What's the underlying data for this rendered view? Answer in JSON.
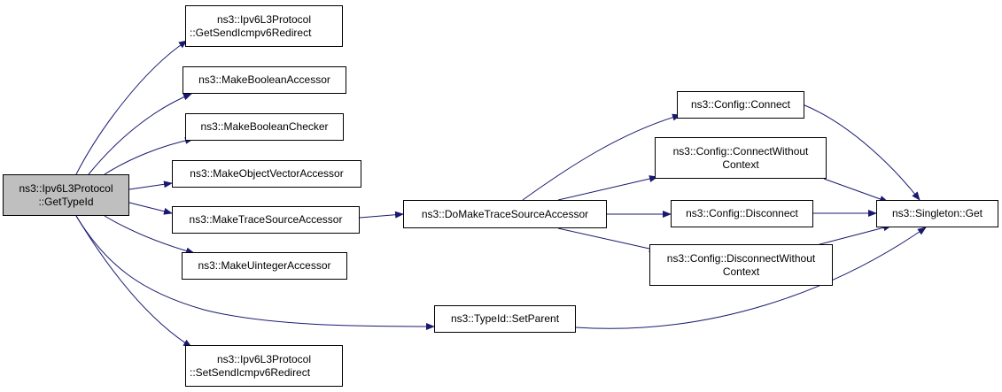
{
  "colors": {
    "edge": "#191970",
    "root_fill": "#bfbfbf",
    "node_fill": "#ffffff",
    "border": "#000000"
  },
  "nodes": [
    {
      "id": "root",
      "lines": [
        "ns3::Ipv6L3Protocol",
        "::GetTypeId"
      ],
      "root": true
    },
    {
      "id": "getSendIcmp",
      "lines": [
        "ns3::Ipv6L3Protocol",
        "::GetSendIcmpv6Redirect"
      ]
    },
    {
      "id": "makeBoolAcc",
      "lines": [
        "ns3::MakeBooleanAccessor"
      ]
    },
    {
      "id": "makeBoolChk",
      "lines": [
        "ns3::MakeBooleanChecker"
      ]
    },
    {
      "id": "makeObjVec",
      "lines": [
        "ns3::MakeObjectVectorAccessor"
      ]
    },
    {
      "id": "makeTraceSrc",
      "lines": [
        "ns3::MakeTraceSourceAccessor"
      ]
    },
    {
      "id": "makeUint",
      "lines": [
        "ns3::MakeUintegerAccessor"
      ]
    },
    {
      "id": "setSendIcmp",
      "lines": [
        "ns3::Ipv6L3Protocol",
        "::SetSendIcmpv6Redirect"
      ]
    },
    {
      "id": "doMakeTrace",
      "lines": [
        "ns3::DoMakeTraceSourceAccessor"
      ]
    },
    {
      "id": "cfgConnect",
      "lines": [
        "ns3::Config::Connect"
      ]
    },
    {
      "id": "cfgConnectWo",
      "lines": [
        "ns3::Config::ConnectWithout",
        "Context"
      ],
      "centered": true
    },
    {
      "id": "cfgDisconnect",
      "lines": [
        "ns3::Config::Disconnect"
      ]
    },
    {
      "id": "cfgDisconnectWo",
      "lines": [
        "ns3::Config::DisconnectWithout",
        "Context"
      ],
      "centered": true
    },
    {
      "id": "setParent",
      "lines": [
        "ns3::TypeId::SetParent"
      ]
    },
    {
      "id": "singletonGet",
      "lines": [
        "ns3::Singleton::Get"
      ]
    }
  ],
  "edges": [
    [
      "root",
      "getSendIcmp"
    ],
    [
      "root",
      "makeBoolAcc"
    ],
    [
      "root",
      "makeBoolChk"
    ],
    [
      "root",
      "makeObjVec"
    ],
    [
      "root",
      "makeTraceSrc"
    ],
    [
      "root",
      "makeUint"
    ],
    [
      "root",
      "setParent"
    ],
    [
      "root",
      "setSendIcmp"
    ],
    [
      "makeTraceSrc",
      "doMakeTrace"
    ],
    [
      "doMakeTrace",
      "cfgConnect"
    ],
    [
      "doMakeTrace",
      "cfgConnectWo"
    ],
    [
      "doMakeTrace",
      "cfgDisconnect"
    ],
    [
      "doMakeTrace",
      "cfgDisconnectWo"
    ],
    [
      "cfgConnect",
      "singletonGet"
    ],
    [
      "cfgConnectWo",
      "singletonGet"
    ],
    [
      "cfgDisconnect",
      "singletonGet"
    ],
    [
      "cfgDisconnectWo",
      "singletonGet"
    ],
    [
      "setParent",
      "singletonGet"
    ]
  ]
}
